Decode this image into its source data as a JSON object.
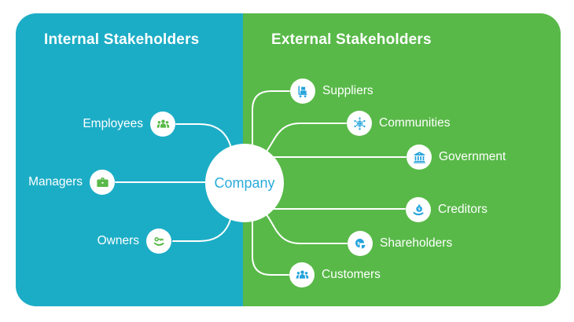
{
  "panels": {
    "internal": {
      "title": "Internal Stakeholders",
      "bg_color": "#1CADC6"
    },
    "external": {
      "title": "External Stakeholders",
      "bg_color": "#58B948"
    }
  },
  "center": {
    "label": "Company",
    "text_color": "#2BABDC"
  },
  "nodes": [
    {
      "id": "employees",
      "label": "Employees",
      "side": "internal",
      "icon": "people-group-icon",
      "icon_color": "#58B948"
    },
    {
      "id": "managers",
      "label": "Managers",
      "side": "internal",
      "icon": "briefcase-icon",
      "icon_color": "#58B948"
    },
    {
      "id": "owners",
      "label": "Owners",
      "side": "internal",
      "icon": "key-in-hand-icon",
      "icon_color": "#58B948"
    },
    {
      "id": "suppliers",
      "label": "Suppliers",
      "side": "external",
      "icon": "hand-truck-icon",
      "icon_color": "#24A3DB"
    },
    {
      "id": "communities",
      "label": "Communities",
      "side": "external",
      "icon": "globe-people-icon",
      "icon_color": "#24A3DB"
    },
    {
      "id": "government",
      "label": "Government",
      "side": "external",
      "icon": "bank-building-icon",
      "icon_color": "#24A3DB"
    },
    {
      "id": "creditors",
      "label": "Creditors",
      "side": "external",
      "icon": "money-bag-hand-icon",
      "icon_color": "#24A3DB"
    },
    {
      "id": "shareholders",
      "label": "Shareholders",
      "side": "external",
      "icon": "pie-dollar-icon",
      "icon_color": "#24A3DB"
    },
    {
      "id": "customers",
      "label": "Customers",
      "side": "external",
      "icon": "people-group-icon",
      "icon_color": "#24A3DB"
    }
  ],
  "colors": {
    "connector_line": "#FFFFFF",
    "node_circle_bg": "#FFFFFF"
  }
}
